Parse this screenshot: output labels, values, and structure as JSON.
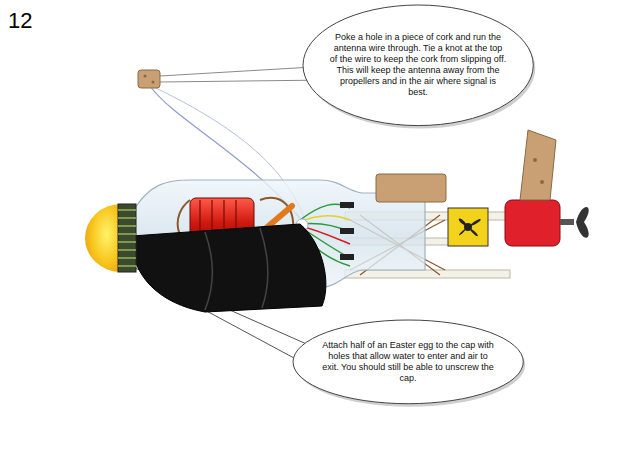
{
  "diagram": {
    "nodes": [
      {
        "text": [
          "Poke a hole in a piece of cork and run the antenna wire through. Tie a knot at the top of the wire to keep the cork from slipping off. This will keep the antenna away from the propellers and in the air where signal is best."
        ]
      },
      {
        "text": [
          "Attach half of an Easter egg to the cap with holes that allow water to enter and air to exit. You should still be able to unscrew the cap."
        ]
      }
    ],
    "labels": [
      "12"
    ]
  }
}
